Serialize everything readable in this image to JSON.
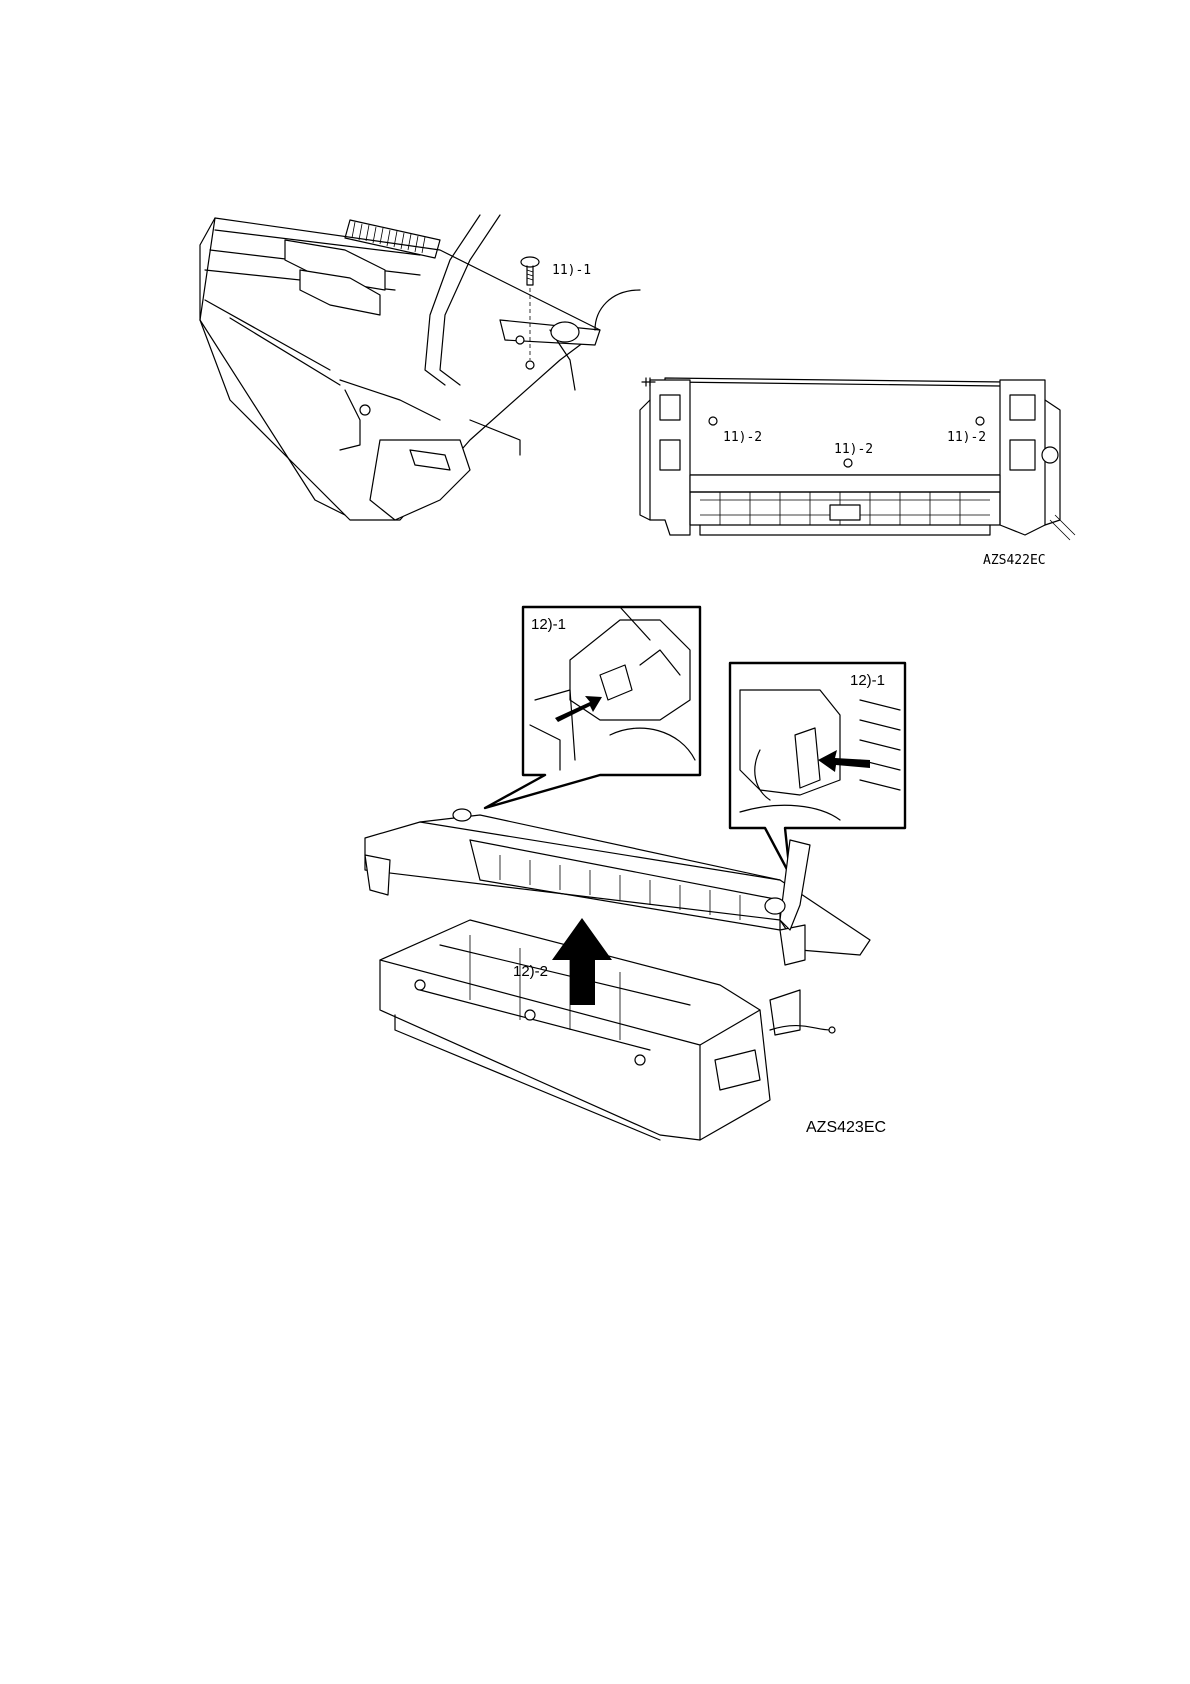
{
  "figure_top": {
    "left_panel": {
      "callout_screw": "11)-1"
    },
    "right_panel": {
      "callouts": [
        "11)-2",
        "11)-2",
        "11)-2"
      ]
    },
    "figure_id": "AZS422EC"
  },
  "figure_bottom": {
    "inset_left": {
      "callout": "12)-1"
    },
    "inset_right": {
      "callout": "12)-1"
    },
    "lift_callout": "12)-2",
    "figure_id": "AZS423EC"
  }
}
